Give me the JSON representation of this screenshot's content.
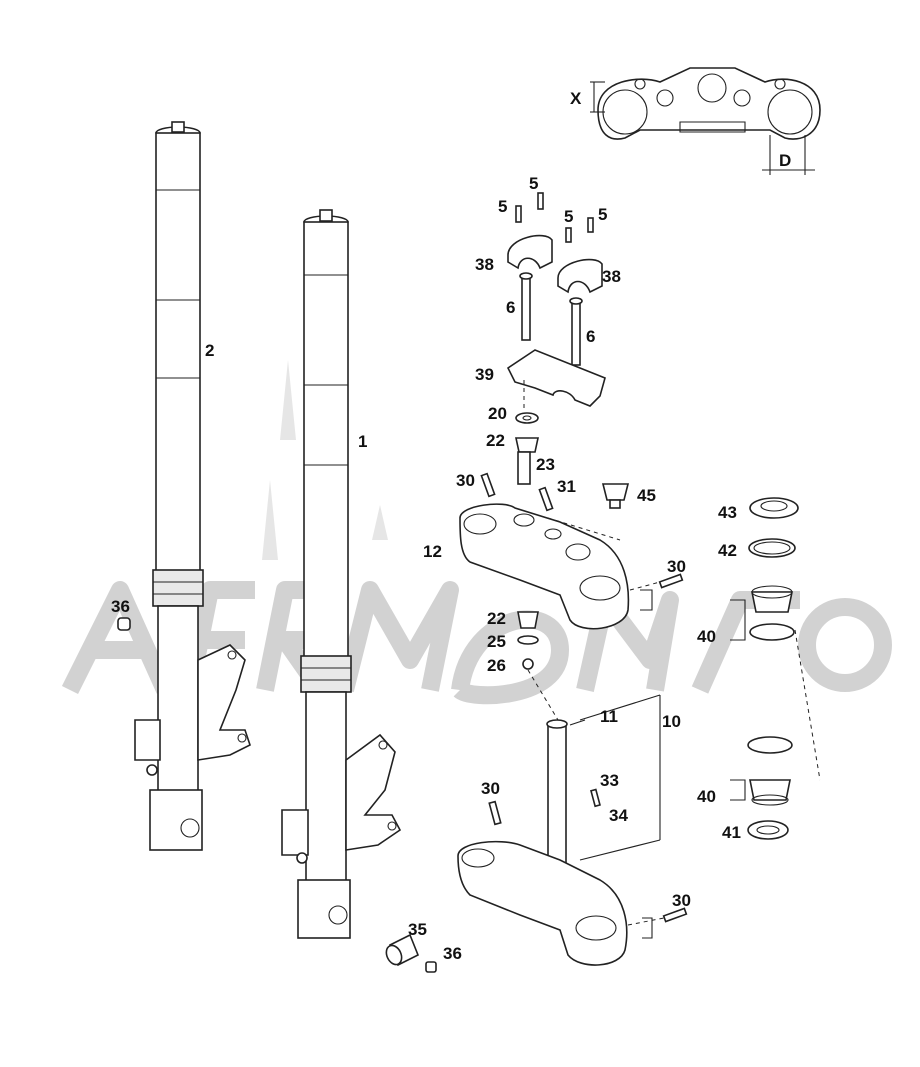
{
  "diagram": {
    "dimension_labels": {
      "height": "X",
      "offset": "D"
    },
    "callouts": {
      "fork_leg_right": "1",
      "fork_leg_left": "2",
      "screw_top_1": "5",
      "screw_top_2": "5",
      "screw_top_3": "5",
      "screw_top_4": "5",
      "bolt_left": "6",
      "bolt_right": "6",
      "clamp_left": "38",
      "clamp_right": "38",
      "bar_base": "39",
      "washer_top": "20",
      "bushing_top": "22",
      "sleeve": "23",
      "screw_30_top": "30",
      "screw_31": "31",
      "nut_45": "45",
      "upper_triple_clamp": "12",
      "screw_30_side_upper": "30",
      "bushing_lower": "22",
      "washer_lower": "25",
      "nut_lower": "26",
      "dust_cap": "43",
      "seal_ring": "42",
      "bearing_upper": "40",
      "bearing_lower": "40",
      "seal_lower": "41",
      "steering_stem": "11",
      "lower_triple_assembly": "10",
      "screw_30_lower_top": "30",
      "screw_33": "33",
      "washer_34": "34",
      "screw_30_side_lower": "30",
      "spacer": "35",
      "nut_36_bottom": "36",
      "nut_36_left": "36"
    }
  }
}
